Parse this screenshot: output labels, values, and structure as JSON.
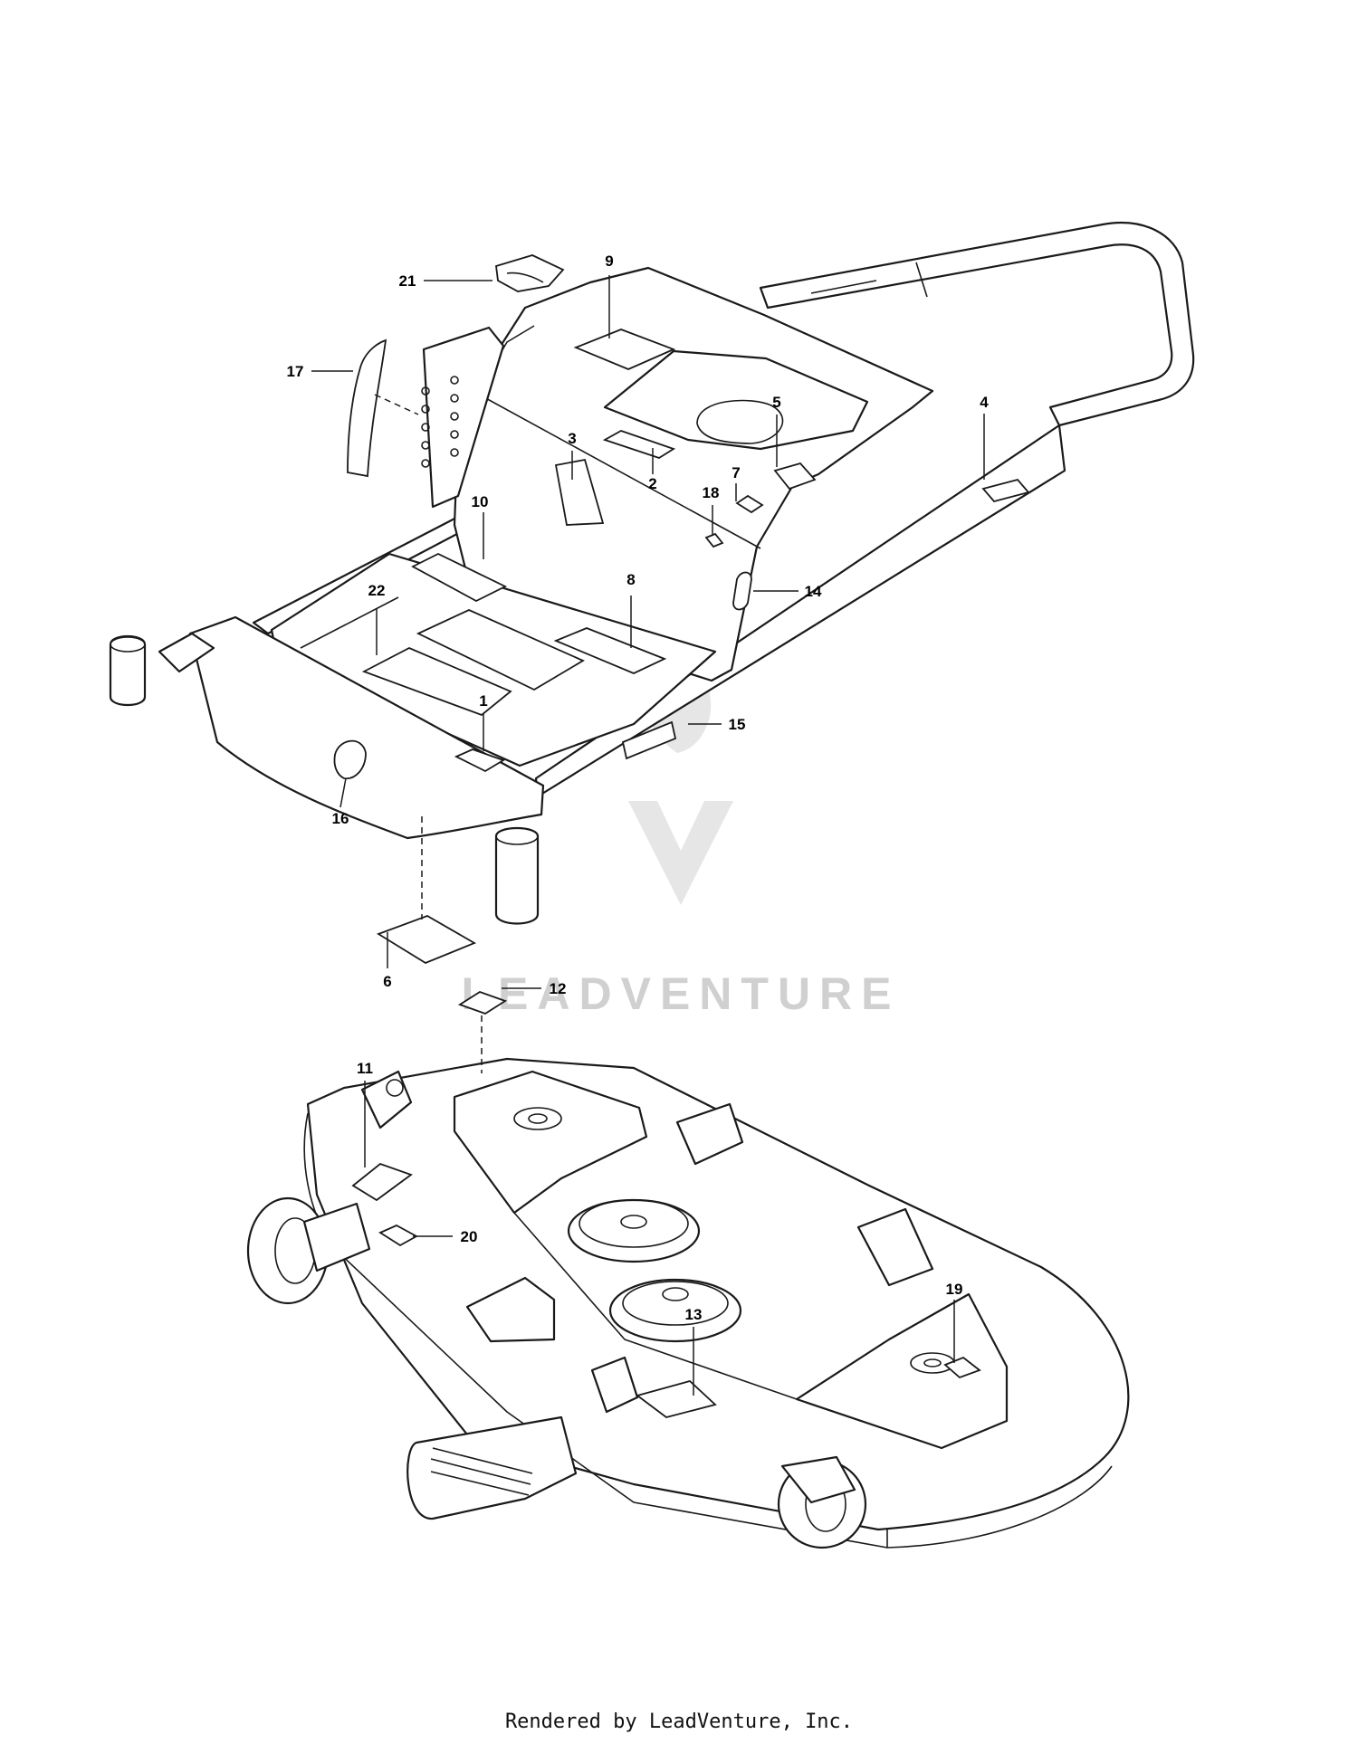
{
  "callouts": [
    {
      "id": "1",
      "label": "1"
    },
    {
      "id": "2",
      "label": "2"
    },
    {
      "id": "3",
      "label": "3"
    },
    {
      "id": "4",
      "label": "4"
    },
    {
      "id": "5",
      "label": "5"
    },
    {
      "id": "6",
      "label": "6"
    },
    {
      "id": "7",
      "label": "7"
    },
    {
      "id": "8",
      "label": "8"
    },
    {
      "id": "9",
      "label": "9"
    },
    {
      "id": "10",
      "label": "10"
    },
    {
      "id": "11",
      "label": "11"
    },
    {
      "id": "12",
      "label": "12"
    },
    {
      "id": "13",
      "label": "13"
    },
    {
      "id": "14",
      "label": "14"
    },
    {
      "id": "15",
      "label": "15"
    },
    {
      "id": "16",
      "label": "16"
    },
    {
      "id": "17",
      "label": "17"
    },
    {
      "id": "18",
      "label": "18"
    },
    {
      "id": "19",
      "label": "19"
    },
    {
      "id": "20",
      "label": "20"
    },
    {
      "id": "21",
      "label": "21"
    },
    {
      "id": "22",
      "label": "22"
    }
  ],
  "watermark": {
    "text": "LEADVENTURE"
  },
  "footer": {
    "text": "Rendered by LeadVenture, Inc."
  }
}
